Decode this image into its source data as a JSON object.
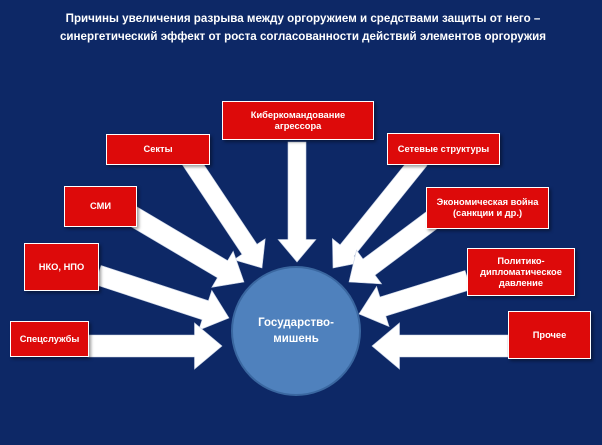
{
  "title": {
    "line1": "Причины увеличения разрыва между оргоружием и средствами защиты от него –",
    "line2": "синергетический эффект от роста согласованности действий элементов оргоружия"
  },
  "center": {
    "label": "Государство-\nмишень"
  },
  "nodes": [
    {
      "id": "cyber",
      "label": "Кибер­командование\nагрессора"
    },
    {
      "id": "sects",
      "label": "Секты"
    },
    {
      "id": "networks",
      "label": "Сетевые структуры"
    },
    {
      "id": "media",
      "label": "СМИ"
    },
    {
      "id": "economic",
      "label": "Экономическая война\n(санкции и др.)"
    },
    {
      "id": "ngo",
      "label": "НКО, НПО"
    },
    {
      "id": "political",
      "label": "Политико-\nдипломатическое\nдавление"
    },
    {
      "id": "special",
      "label": "Спецслужбы"
    },
    {
      "id": "other",
      "label": "Прочее"
    }
  ],
  "colors": {
    "background": "#0d2866",
    "box": "#dd0a0a",
    "circle": "#4f81bd",
    "arrow": "#ffffff"
  }
}
